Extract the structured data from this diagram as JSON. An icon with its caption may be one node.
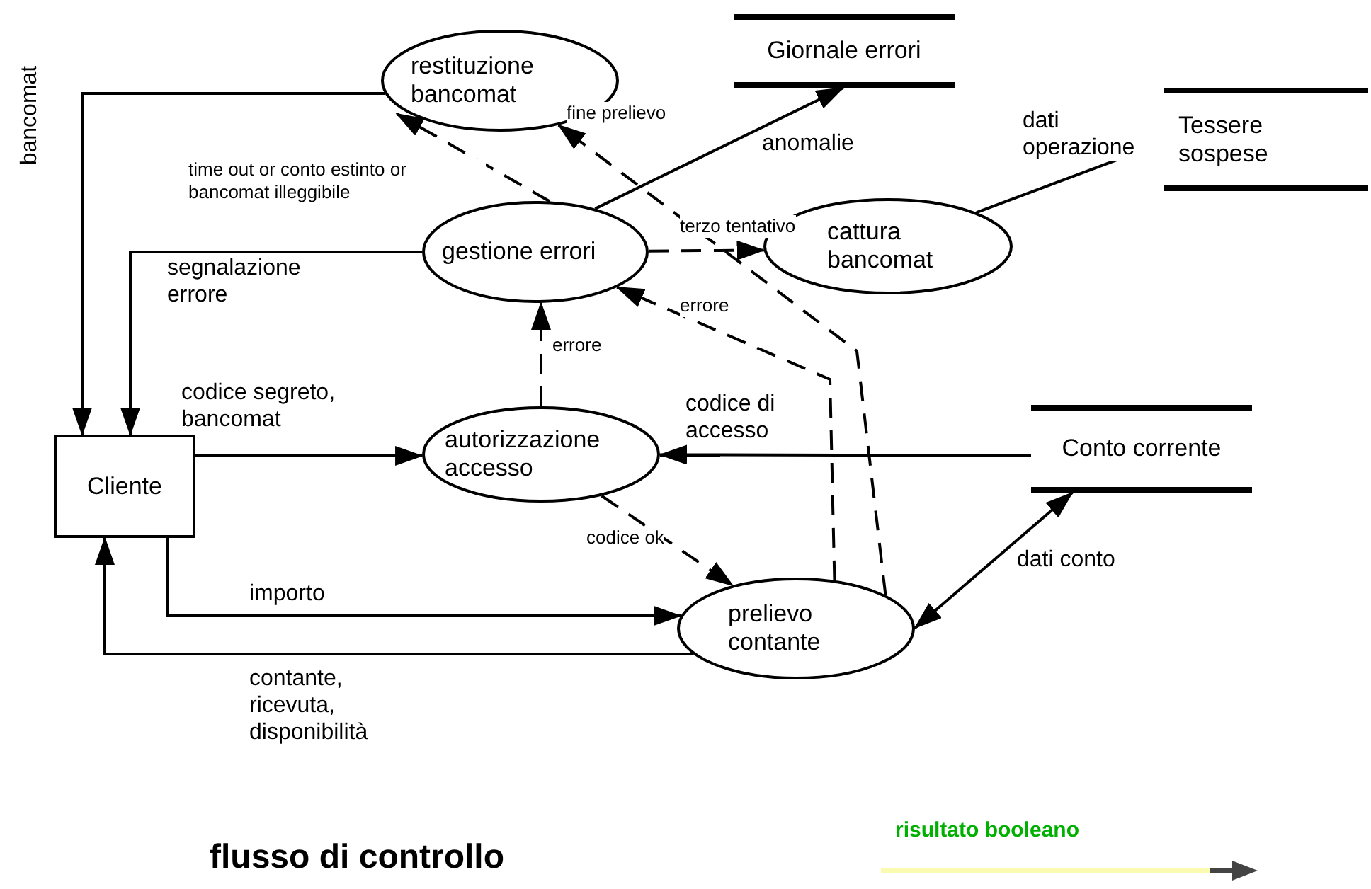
{
  "diagram": {
    "nodes": [
      {
        "text": [
          "restituzione bancomat"
        ]
      },
      {
        "text": [
          "Giornale errori"
        ]
      },
      {
        "text": [
          "Tessere sospese"
        ]
      },
      {
        "text": [
          "gestione errori"
        ]
      },
      {
        "text": [
          "cattura bancomat"
        ]
      },
      {
        "text": [
          "Cliente"
        ]
      },
      {
        "text": [
          "autorizzazione accesso"
        ]
      },
      {
        "text": [
          "Conto corrente"
        ]
      },
      {
        "text": [
          "prelievo contante"
        ]
      }
    ],
    "edges": [
      {
        "from": 0,
        "to": 5,
        "arrow": "to",
        "label": "bancomat"
      },
      {
        "from": 3,
        "to": 5,
        "arrow": "to",
        "label": "segnalazione errore"
      },
      {
        "from": 5,
        "to": 6,
        "arrow": "to",
        "label": "codice segreto, bancomat"
      },
      {
        "from": 5,
        "to": 8,
        "arrow": "to",
        "label": "importo"
      },
      {
        "from": 8,
        "to": 5,
        "arrow": "to",
        "label": "contante, ricevuta, disponibilità"
      },
      {
        "from": 3,
        "to": 0,
        "arrow": "to",
        "label": "time out or conto estinto or bancomat illeggibile",
        "style": "dashed"
      },
      {
        "from": 8,
        "to": 0,
        "arrow": "to",
        "label": "fine prelievo",
        "style": "dashed"
      },
      {
        "from": 3,
        "to": 1,
        "arrow": "to",
        "label": "anomalie"
      },
      {
        "from": 3,
        "to": 4,
        "arrow": "to",
        "label": "terzo tentativo",
        "style": "dashed"
      },
      {
        "from": 8,
        "to": 3,
        "arrow": "to",
        "label": "errore",
        "style": "dashed"
      },
      {
        "from": 6,
        "to": 3,
        "arrow": "to",
        "label": "errore",
        "style": "dashed"
      },
      {
        "from": 4,
        "to": 2,
        "arrow": "to",
        "label": "dati operazione"
      },
      {
        "from": 7,
        "to": 6,
        "arrow": "to",
        "label": "codice di accesso"
      },
      {
        "from": 6,
        "to": 8,
        "arrow": "to",
        "label": "codice ok",
        "style": "dashed"
      },
      {
        "from": 7,
        "to": 8,
        "arrow": "both",
        "label": "dati conto"
      }
    ],
    "labels": [
      "flusso di controllo"
    ],
    "legend": [
      {
        "text": "risultato booleano"
      }
    ]
  }
}
